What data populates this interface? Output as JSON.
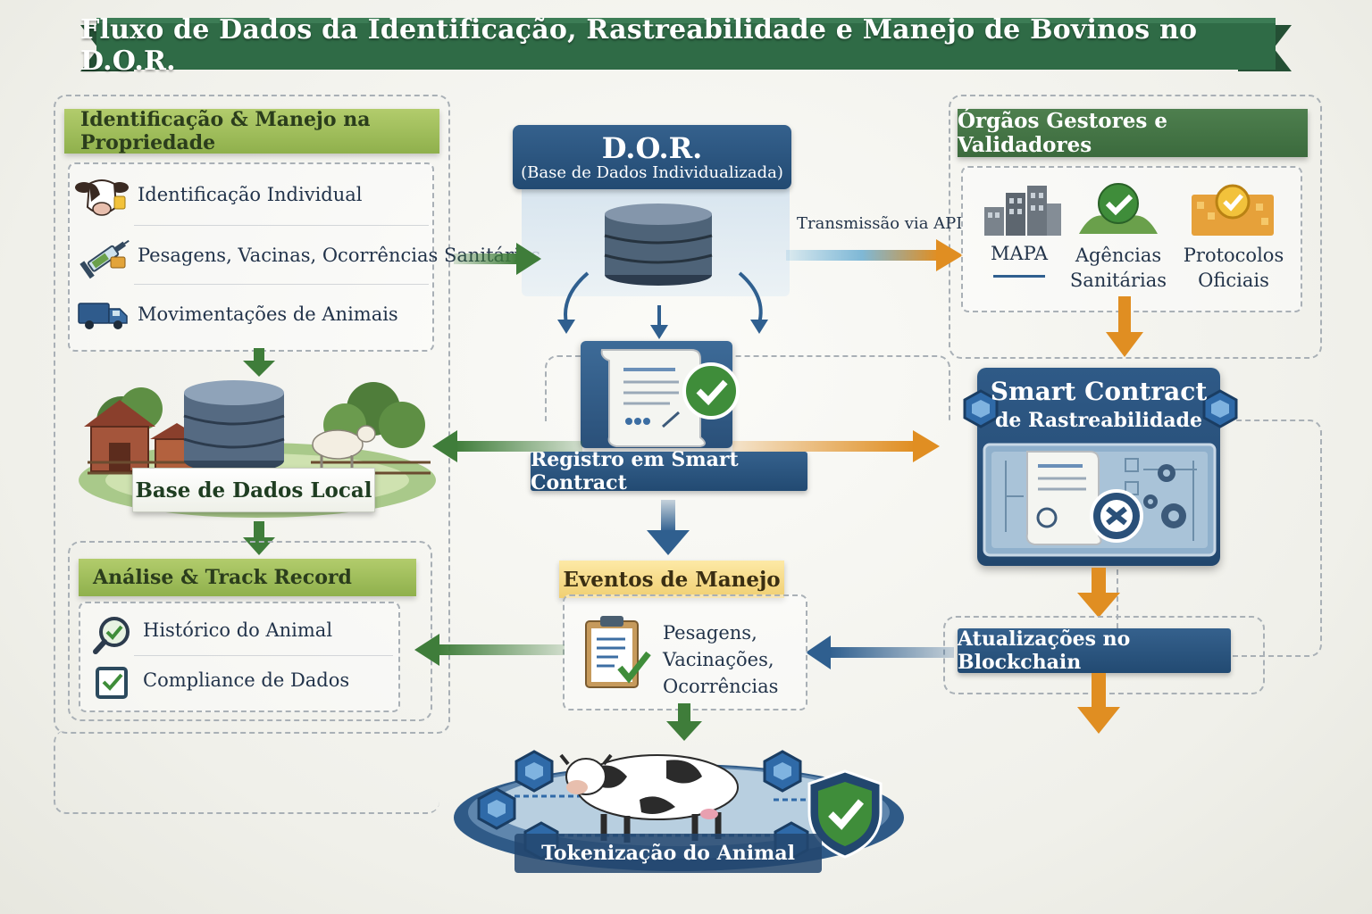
{
  "title": "Fluxo de Dados da Identificação, Rastreabilidade e Manejo de Bovinos no D.O.R.",
  "propriedade": {
    "header": "Identificação & Manejo na Propriedade",
    "items": [
      "Identificação Individual",
      "Pesagens, Vacinas, Ocorrências Sanitárias",
      "Movimentações de Animais"
    ],
    "icons": [
      "cow-tag-icon",
      "syringe-icon",
      "truck-icon"
    ]
  },
  "dor": {
    "title": "D.O.R.",
    "subtitle": "(Base de Dados Individualizada)",
    "icon": "database-icon"
  },
  "api_label": "Transmissão via API",
  "orgaos": {
    "header": "Órgãos Gestores e Validadores",
    "items": [
      "MAPA",
      "Agências Sanitárias",
      "Protocolos Oficiais"
    ],
    "icons": [
      "government-building-icon",
      "check-agency-icon",
      "official-protocol-icon"
    ]
  },
  "local_db": {
    "label": "Base de Dados Local",
    "icon": "farm-database-icon"
  },
  "registro": {
    "label": "Registro em Smart Contract",
    "icon": "contract-check-icon"
  },
  "smart_contract": {
    "title_line1": "Smart Contract",
    "title_line2": "de Rastreabilidade",
    "icon": "contract-gears-icon"
  },
  "analise": {
    "header": "Análise & Track Record",
    "items": [
      "Histórico do Animal",
      "Compliance de Dados"
    ],
    "icons": [
      "magnifier-check-icon",
      "checkbox-icon"
    ]
  },
  "eventos": {
    "header": "Eventos de Manejo",
    "lines": [
      "Pesagens,",
      "Vacinações,",
      "Ocorrências"
    ],
    "icon": "clipboard-check-icon"
  },
  "blockchain": {
    "label": "Atualizações no Blockchain"
  },
  "tokenizacao": {
    "label": "Tokenização do Animal",
    "icon": "tokenized-cow-icon"
  },
  "colors": {
    "banner_green": "#2f6b46",
    "dark_blue": "#23476e",
    "arrow_green": "#3f7d3a",
    "arrow_orange": "#e08e22",
    "arrow_blue": "#2f5f8f",
    "header_lime": "#a3c15b"
  }
}
